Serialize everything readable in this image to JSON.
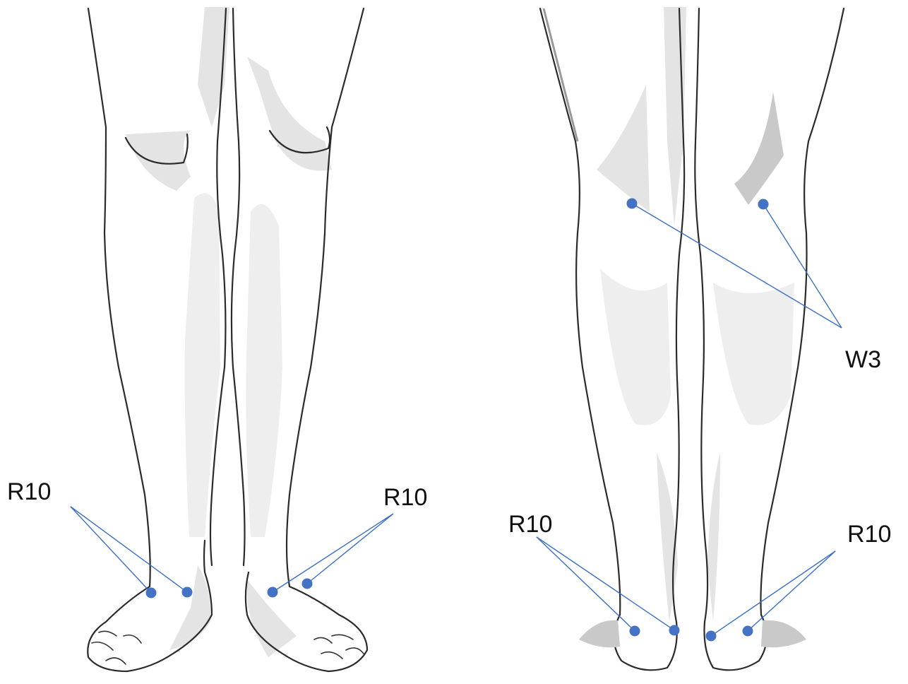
{
  "colors": {
    "marker": "#4472c4",
    "leader_line": "#3a6fc4",
    "outline": "#2b2b2b",
    "shading": "#e4e4e4"
  },
  "views": [
    {
      "name": "front",
      "labels": [
        {
          "id": "front-left",
          "text": "R10"
        },
        {
          "id": "front-right",
          "text": "R10"
        }
      ]
    },
    {
      "name": "back",
      "labels": [
        {
          "id": "back-upper",
          "text": "W3"
        },
        {
          "id": "back-left",
          "text": "R10"
        },
        {
          "id": "back-right",
          "text": "R10"
        }
      ]
    }
  ]
}
